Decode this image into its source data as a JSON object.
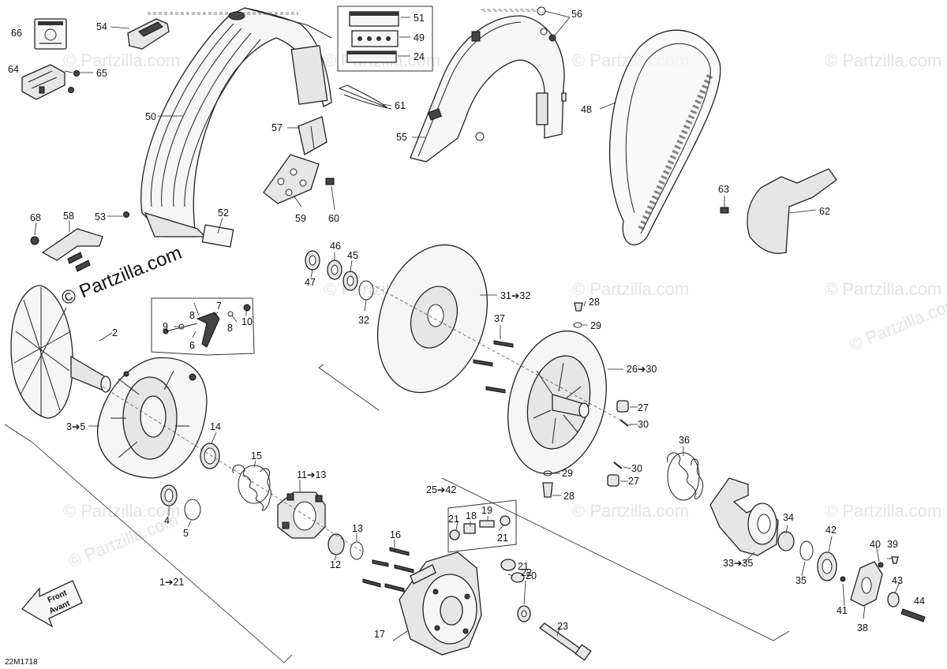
{
  "diagram": {
    "reference": "22M1718",
    "watermark": "© Partzilla.com",
    "front_label": "Front",
    "front_label_fr": "Avant",
    "callouts": [
      "66",
      "54",
      "51",
      "49",
      "24",
      "56",
      "64",
      "65",
      "50",
      "61",
      "48",
      "57",
      "55",
      "63",
      "62",
      "68",
      "58",
      "53",
      "52",
      "59",
      "60",
      "47",
      "46",
      "45",
      "32",
      "31➔32",
      "28",
      "29",
      "37",
      "26➔30",
      "27",
      "30",
      "36",
      "7",
      "8",
      "9",
      "10",
      "6",
      "2",
      "3➔5",
      "14",
      "15",
      "11➔13",
      "25➔42",
      "4",
      "5",
      "12",
      "13",
      "16",
      "21",
      "18",
      "19",
      "20",
      "17",
      "22",
      "23",
      "1➔21",
      "33➔35",
      "34",
      "35",
      "42",
      "40",
      "39",
      "41",
      "43",
      "44",
      "38"
    ]
  }
}
